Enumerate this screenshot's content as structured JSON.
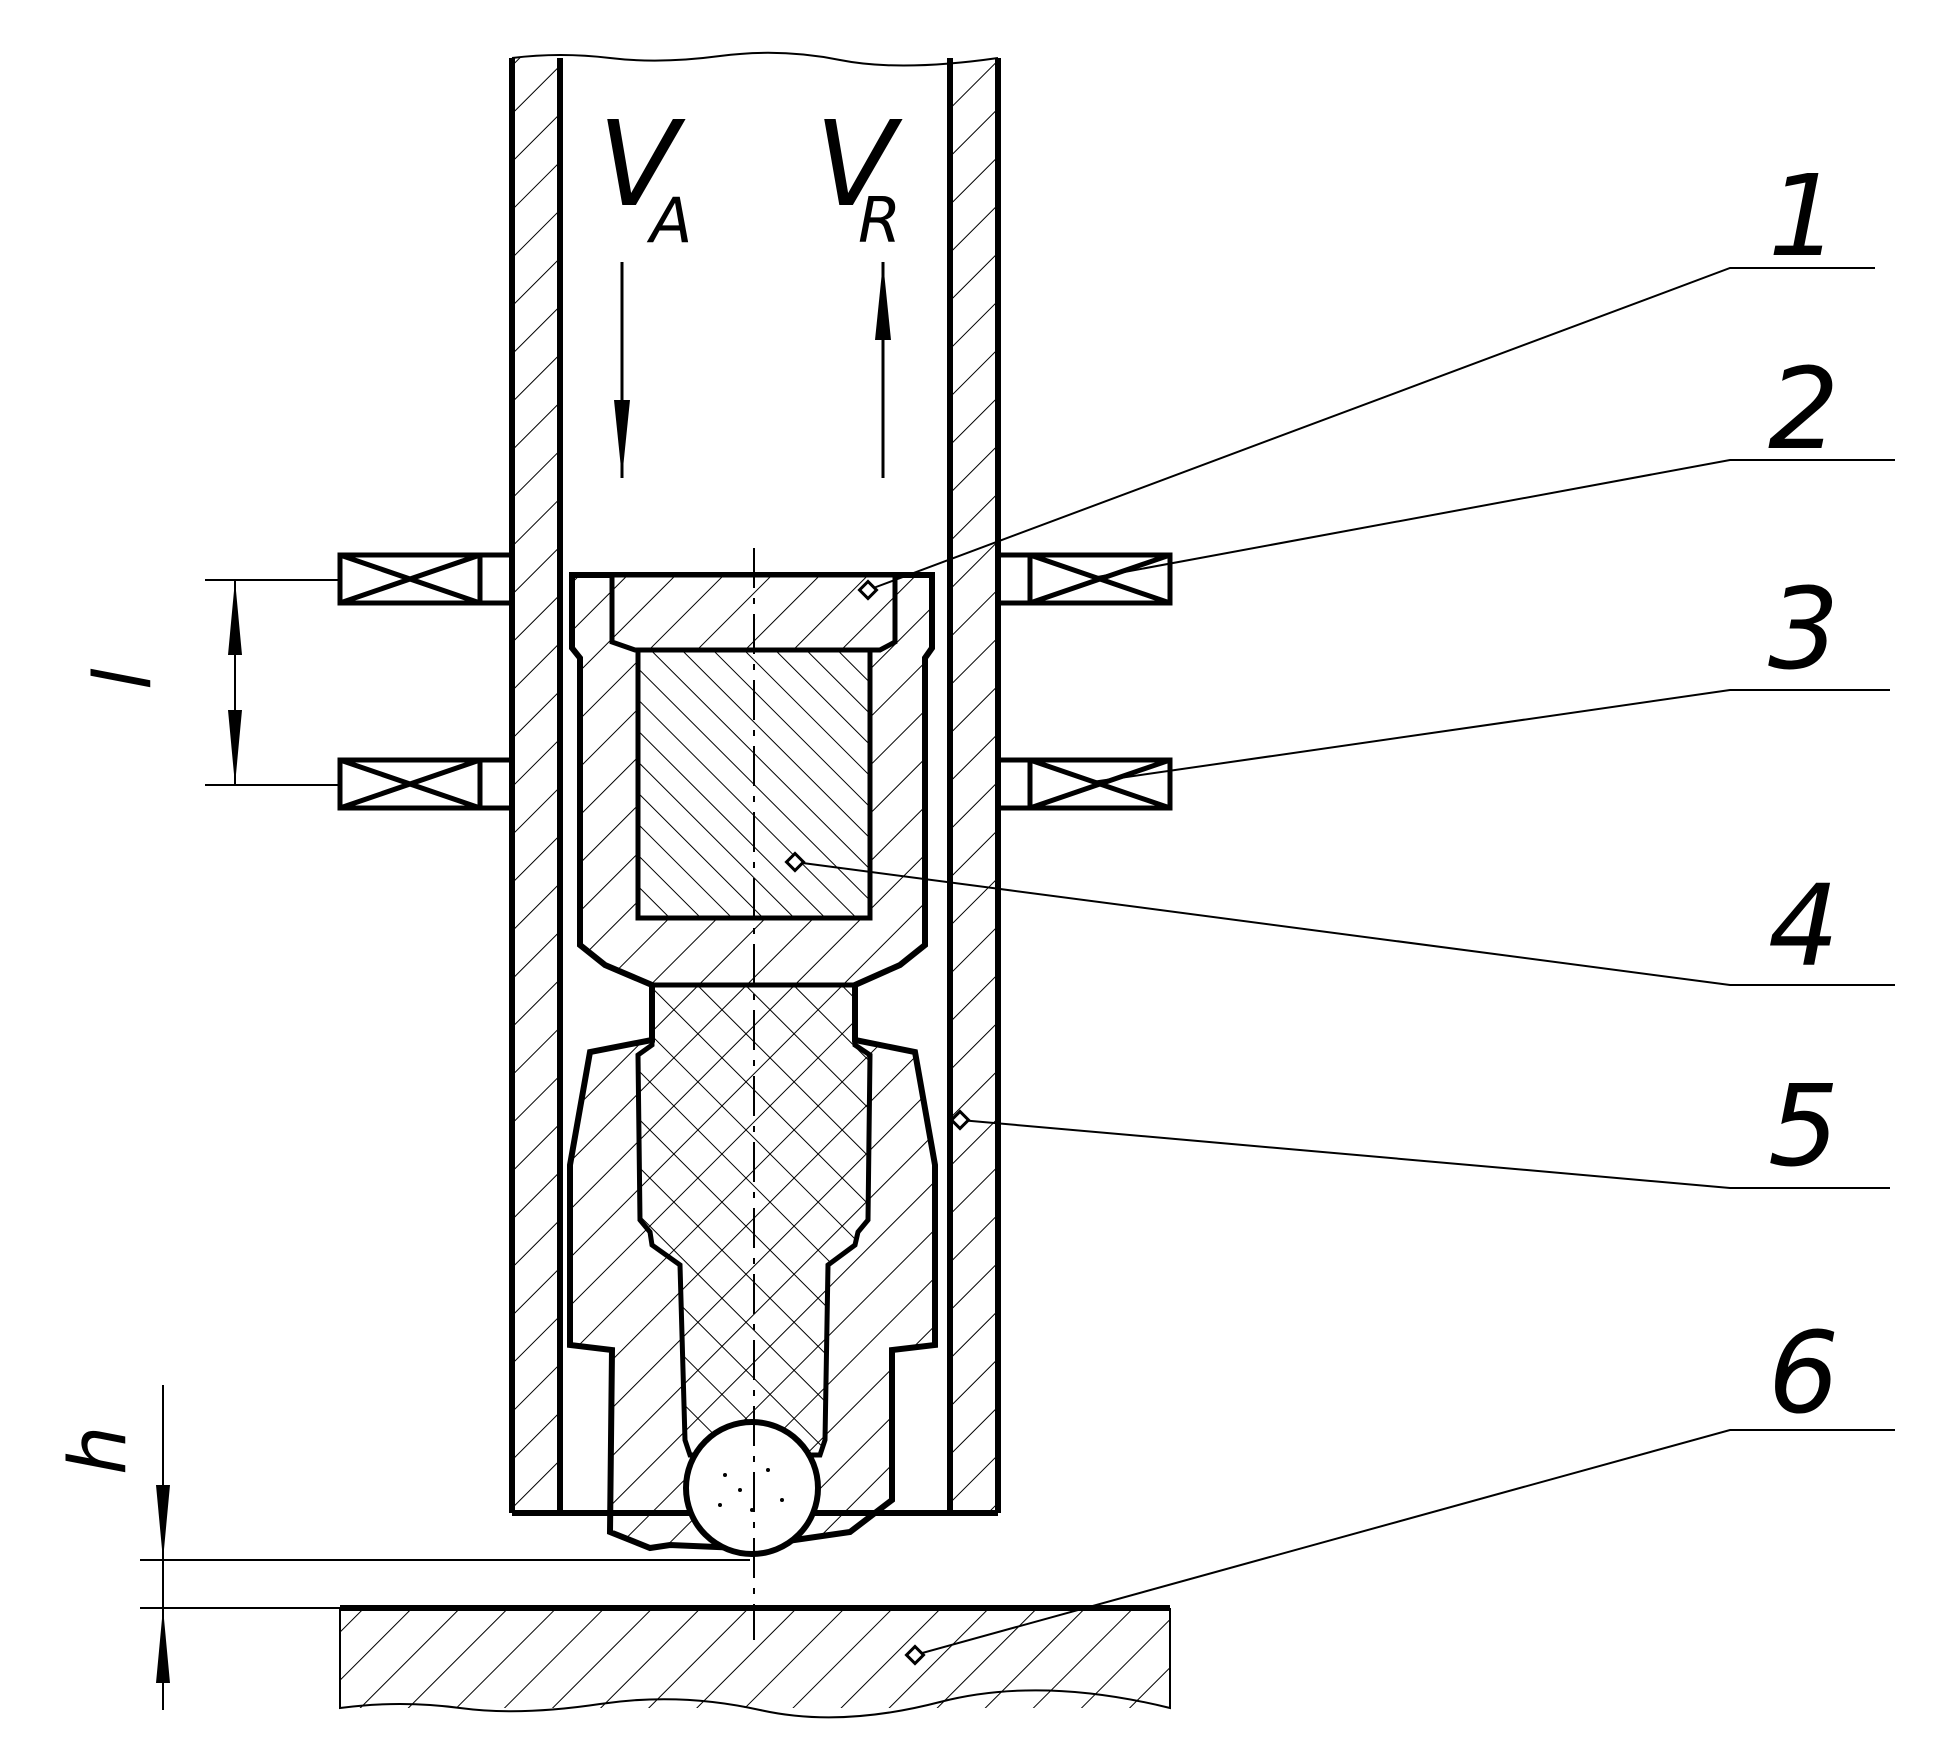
{
  "diagram": {
    "labels": {
      "va_main": "V",
      "va_sub": "A",
      "vr_main": "V",
      "vr_sub": "R",
      "dim_l": "l",
      "dim_h": "h"
    },
    "callouts": [
      "1",
      "2",
      "3",
      "4",
      "5",
      "6"
    ],
    "colors": {
      "line": "#000000",
      "paper": "#ffffff"
    }
  }
}
